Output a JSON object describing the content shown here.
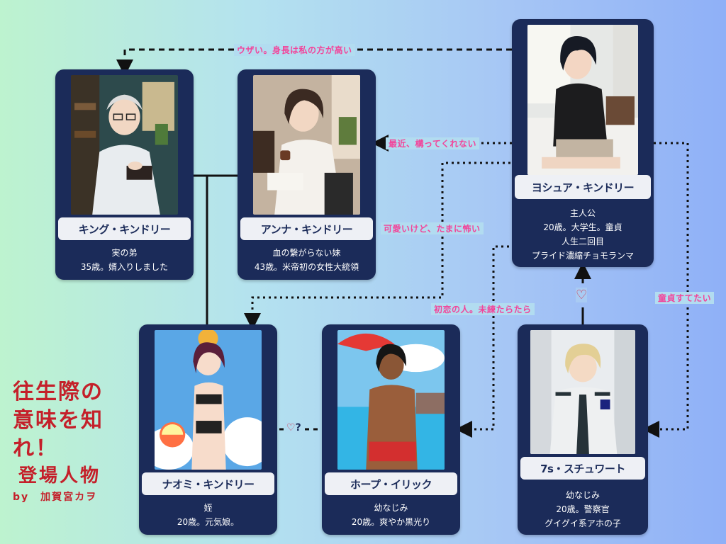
{
  "title": {
    "line1": "往生際の",
    "line2": "意味を知",
    "line3": "れ！",
    "subtitle": "登場人物",
    "byline": "by　加賀宮カヲ"
  },
  "characters": {
    "king": {
      "name": "キング・キンドリー",
      "lines": [
        "実の弟",
        "35歳。婿入りしました"
      ]
    },
    "anna": {
      "name": "アンナ・キンドリー",
      "lines": [
        "血の繋がらない妹",
        "43歳。米帝初の女性大統領"
      ]
    },
    "joshua": {
      "name": "ヨシュア・キンドリー",
      "lines": [
        "主人公",
        "20歳。大学生。童貞",
        "人生二回目",
        "プライド濃縮チョモランマ"
      ]
    },
    "naomi": {
      "name": "ナオミ・キンドリー",
      "lines": [
        "姪",
        "20歳。元気娘。"
      ]
    },
    "hope": {
      "name": "ホープ・イリック",
      "lines": [
        "幼なじみ",
        "20歳。爽やか黒光り"
      ]
    },
    "seven": {
      "name": "7s・スチュワート",
      "lines": [
        "幼なじみ",
        "20歳。警察官",
        "グイグイ系アホの子"
      ]
    }
  },
  "relations": {
    "joshua_to_king": "ウザい。身長は私の方が高い",
    "joshua_to_anna": "最近、構ってくれない",
    "joshua_to_naomi": "可愛いけど、たまに怖い",
    "hope_to_joshua": "初恋の人。未練たらたら",
    "joshua_to_seven": "童貞すてたい",
    "seven_joshua_heart": "♡",
    "naomi_hope_heart": "♡",
    "naomi_hope_question": "?"
  },
  "icons": {
    "heart": "heart-icon"
  },
  "colors": {
    "card": "#1b2b59",
    "relation_text": "#f2449a",
    "title": "#c4202a"
  }
}
